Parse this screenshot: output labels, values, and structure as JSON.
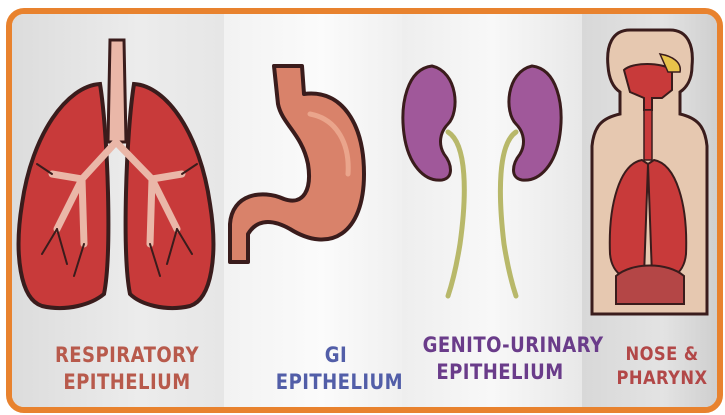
{
  "panels": [
    {
      "line1": "RESPIRATORY",
      "line2": "EPITHELIUM",
      "icon": "lungs-icon",
      "color": "#b85a4c"
    },
    {
      "line1": "GI",
      "line2": "EPITHELIUM",
      "icon": "stomach-icon",
      "color": "#525ea8"
    },
    {
      "line1": "GENITO-URINARY",
      "line2": "EPITHELIUM",
      "icon": "kidneys-icon",
      "color": "#6a3c8a"
    },
    {
      "line1": "NOSE &",
      "line2": "PHARYNX",
      "icon": "torso-respiratory-icon",
      "color": "#b24848"
    }
  ],
  "colors": {
    "frame": "#e8822e",
    "organ_red": "#c83a3a",
    "stomach": "#d9826a",
    "kidney": "#a0589a",
    "ureter": "#b8b86a"
  }
}
